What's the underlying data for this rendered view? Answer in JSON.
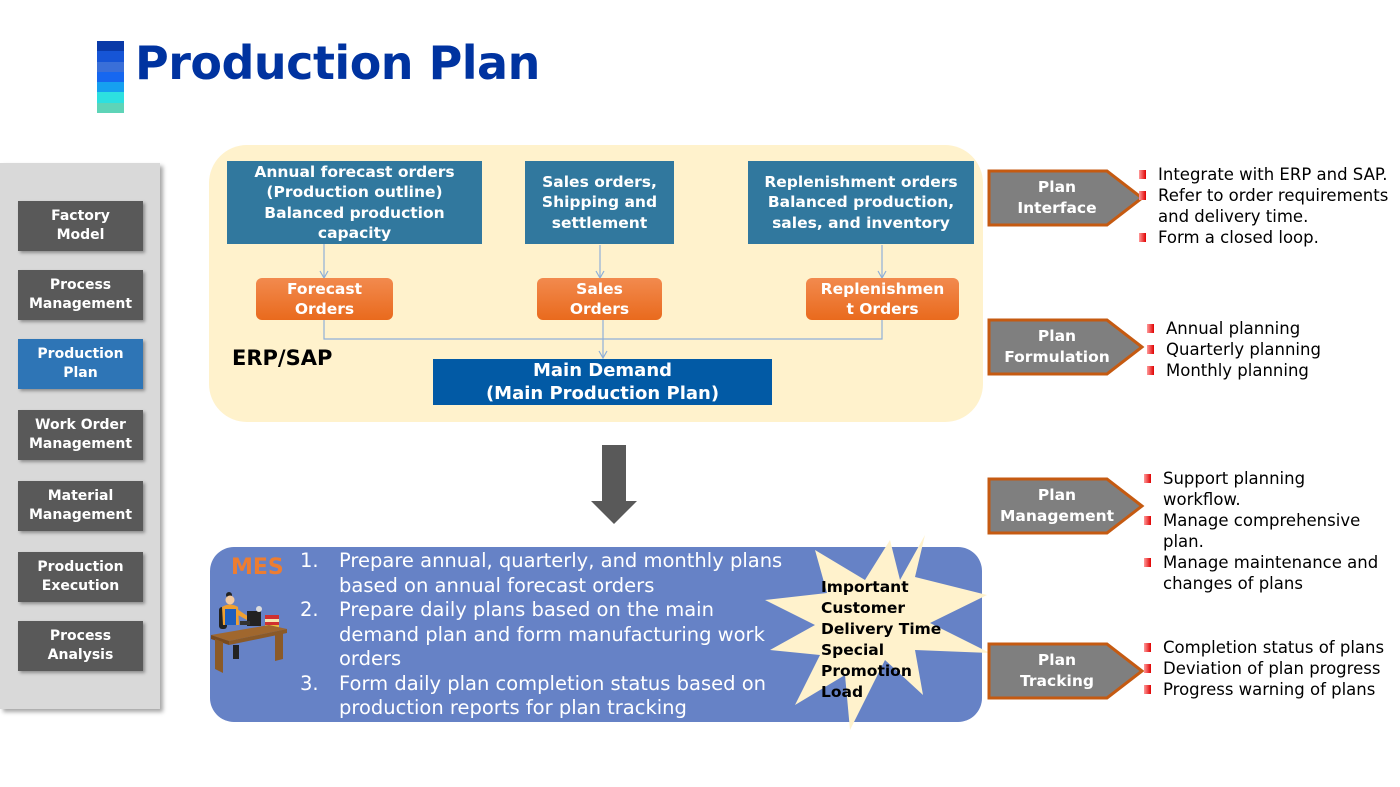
{
  "header": {
    "title": "Production Plan",
    "title_color": "#0033a0",
    "accent_stripes": [
      "#0a3aa8",
      "#1655d6",
      "#3a6fd8",
      "#1667f0",
      "#16a0f0",
      "#2de0e0",
      "#5ed4b8"
    ]
  },
  "sidebar": {
    "items": [
      {
        "label": "Factory Model",
        "lines": [
          "Factory",
          "Model"
        ],
        "active": false
      },
      {
        "label": "Process Management",
        "lines": [
          "Process",
          "Management"
        ],
        "active": false
      },
      {
        "label": "Production Plan",
        "lines": [
          "Production",
          "Plan"
        ],
        "active": true
      },
      {
        "label": "Work Order Management",
        "lines": [
          "Work Order",
          "Management"
        ],
        "active": false
      },
      {
        "label": "Material Management",
        "lines": [
          "Material",
          "Management"
        ],
        "active": false
      },
      {
        "label": "Production Execution",
        "lines": [
          "Production",
          "Execution"
        ],
        "active": false
      },
      {
        "label": "Process Analysis",
        "lines": [
          "Process",
          "Analysis"
        ],
        "active": false
      }
    ]
  },
  "erp": {
    "label": "ERP/SAP",
    "sources": [
      {
        "lines": [
          "Annual forecast orders",
          "(Production outline)",
          "Balanced production",
          "capacity"
        ]
      },
      {
        "lines": [
          "Sales orders,",
          "Shipping and",
          "settlement"
        ]
      },
      {
        "lines": [
          "Replenishment orders",
          "Balanced production,",
          "sales, and inventory"
        ]
      }
    ],
    "orders": [
      {
        "lines": [
          "Forecast",
          "Orders"
        ]
      },
      {
        "lines": [
          "Sales",
          "Orders"
        ]
      },
      {
        "lines": [
          "Replenishmen",
          "t Orders"
        ]
      }
    ],
    "main_demand": {
      "lines": [
        "Main Demand",
        "(Main Production Plan)"
      ]
    }
  },
  "mes": {
    "label": "MES",
    "steps": [
      {
        "num": "1.",
        "lines": [
          "Prepare annual, quarterly, and monthly plans",
          "based on annual forecast orders"
        ]
      },
      {
        "num": "2.",
        "lines": [
          "Prepare daily plans based on the main",
          "demand plan and form manufacturing work",
          "orders"
        ]
      },
      {
        "num": "3.",
        "lines": [
          "Form daily plan completion status based on",
          "production reports for plan tracking"
        ]
      }
    ],
    "callout": [
      "Important",
      "Customer",
      "Delivery Time",
      "Special",
      "Promotion",
      "Load"
    ]
  },
  "plan_functions": [
    {
      "lines": [
        "Plan",
        "Interface"
      ],
      "bullets": [
        [
          "Integrate with ERP and SAP."
        ],
        [
          "Refer to order requirements",
          "and delivery time."
        ],
        [
          "Form a closed loop."
        ]
      ]
    },
    {
      "lines": [
        "Plan",
        "Formulation"
      ],
      "bullets": [
        [
          "Annual planning"
        ],
        [
          "Quarterly planning"
        ],
        [
          "Monthly planning"
        ]
      ]
    },
    {
      "lines": [
        "Plan",
        "Management"
      ],
      "bullets": [
        [
          "Support planning",
          "workflow."
        ],
        [
          "Manage comprehensive",
          "plan."
        ],
        [
          "Manage maintenance and",
          "changes of plans"
        ]
      ]
    },
    {
      "lines": [
        "Plan",
        "Tracking"
      ],
      "bullets": [
        [
          "Completion status of plans"
        ],
        [
          "Deviation of plan progress"
        ],
        [
          "Progress warning of plans"
        ]
      ]
    }
  ],
  "colors": {
    "erp_panel": "#fff2cc",
    "source_box": "#31789e",
    "order_box": "#ed7d31",
    "main_demand": "#025aa5",
    "mes_panel": "#6682c6",
    "sidebar_active": "#2e75b6",
    "sidebar_item": "#595959",
    "plan_tag_fill": "#7f7f7f",
    "plan_tag_border": "#c55a11",
    "bullet": "#e00000"
  }
}
